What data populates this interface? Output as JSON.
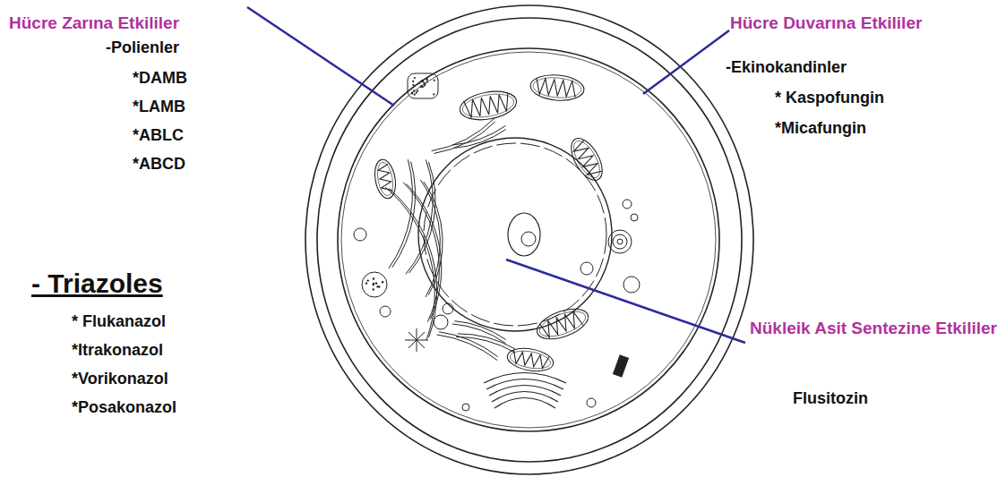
{
  "diagram": {
    "labels": [
      "Hücre Zarına Etkililer",
      "-Polienler",
      "*DAMB",
      "*LAMB",
      "*ABLC",
      "*ABCD",
      "Hücre Duvarına Etkililer",
      "-Ekinokandinler",
      "* Kaspofungin",
      "*Micafungin",
      "- Triazoles",
      "* Flukanazol",
      "*Itrakonazol",
      "*Vorikonazol",
      "*Posakonazol",
      "Nükleik Asit Sentezine Etkililer",
      "Flusitozin"
    ]
  }
}
